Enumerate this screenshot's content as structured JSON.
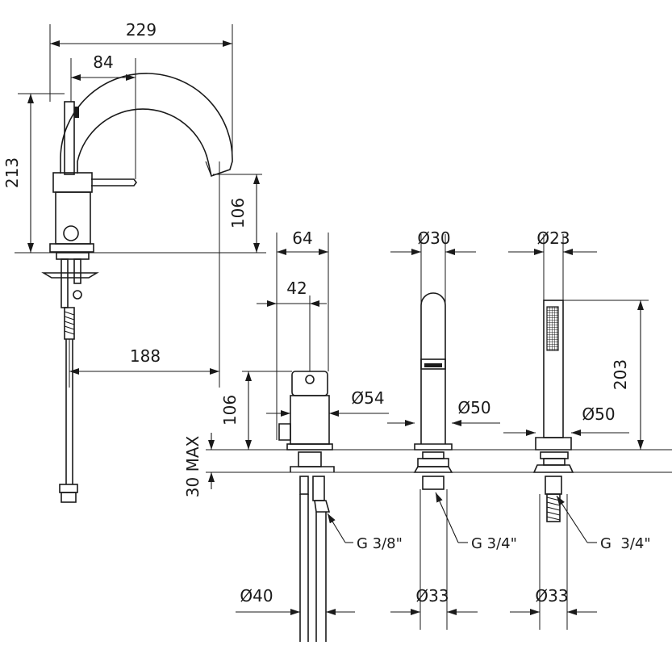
{
  "dimensions": {
    "spout_width": "229",
    "spout_reach": "84",
    "spout_height": "213",
    "spout_outlet_height": "106",
    "mixer_width": "64",
    "mixer_lever_reach": "42",
    "spout_to_mixer_distance": "188",
    "mixer_height": "106",
    "mixer_base_diameter": "Ø54",
    "deck_thickness": "30 MAX",
    "mixer_connection": "G 3/8\"",
    "mixer_hole_diameter": "Ø40",
    "diverter_top_diameter": "Ø30",
    "diverter_base_diameter": "Ø50",
    "diverter_connection": "G 3/4\"",
    "diverter_hole_diameter": "Ø33",
    "shower_diameter": "Ø23",
    "shower_height": "203",
    "shower_base_diameter": "Ø50",
    "shower_connection": "G  3/4\"",
    "shower_hole_diameter": "Ø33"
  }
}
